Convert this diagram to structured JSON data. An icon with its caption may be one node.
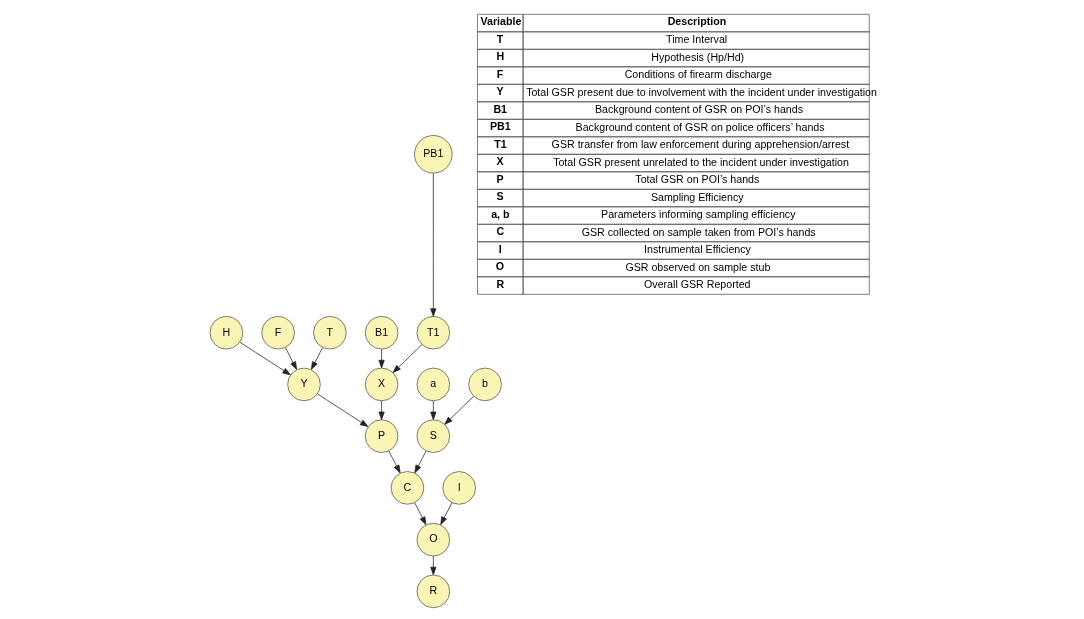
{
  "diagram": {
    "nodes": [
      {
        "text": [
          "H"
        ]
      },
      {
        "text": [
          "F"
        ]
      },
      {
        "text": [
          "B1"
        ]
      },
      {
        "text": [
          "PB1"
        ]
      },
      {
        "text": [
          "T"
        ]
      },
      {
        "text": [
          "Y"
        ]
      },
      {
        "text": [
          "T1"
        ]
      },
      {
        "text": [
          "X"
        ]
      },
      {
        "text": [
          "P"
        ]
      },
      {
        "text": [
          "a"
        ]
      },
      {
        "text": [
          "S"
        ]
      },
      {
        "text": [
          "b"
        ]
      },
      {
        "text": [
          "C"
        ]
      },
      {
        "text": [
          "I"
        ]
      },
      {
        "text": [
          "O"
        ]
      },
      {
        "text": [
          "R"
        ]
      }
    ],
    "edges": [
      {
        "from": 0,
        "to": 5,
        "arrow": "to"
      },
      {
        "from": 1,
        "to": 5,
        "arrow": "to"
      },
      {
        "from": 4,
        "to": 5,
        "arrow": "to"
      },
      {
        "from": 2,
        "to": 7,
        "arrow": "to"
      },
      {
        "from": 3,
        "to": 6,
        "arrow": "to"
      },
      {
        "from": 6,
        "to": 7,
        "arrow": "to"
      },
      {
        "from": 5,
        "to": 8,
        "arrow": "to"
      },
      {
        "from": 7,
        "to": 8,
        "arrow": "to"
      },
      {
        "from": 9,
        "to": 10,
        "arrow": "to"
      },
      {
        "from": 11,
        "to": 10,
        "arrow": "to"
      },
      {
        "from": 8,
        "to": 12,
        "arrow": "to"
      },
      {
        "from": 10,
        "to": 12,
        "arrow": "to"
      },
      {
        "from": 12,
        "to": 14,
        "arrow": "to"
      },
      {
        "from": 13,
        "to": 14,
        "arrow": "to"
      },
      {
        "from": 14,
        "to": 15,
        "arrow": "to"
      }
    ],
    "labels": [
      "Variable",
      "Description",
      "T",
      "Time Interval",
      "H",
      "Hypothesis (Hp/Hd)",
      "F",
      "Conditions of firearm discharge",
      "Y",
      "Total GSR present due to involvement with the incident under investigation",
      "B1",
      "Background content of GSR on POI’s hands",
      "PB1",
      "Background content of GSR on police officers’ hands",
      "T1",
      "GSR transfer from law enforcement during apprehension/arrest",
      "X",
      "Total GSR present unrelated to the incident under investigation",
      "P",
      "Total GSR on POI’s hands",
      "S",
      "Sampling Efficiency",
      "a, b",
      "Parameters informing sampling efficiency",
      "C",
      "GSR collected on sample taken from POI’s hands",
      "I",
      "Instrumental Efficiency",
      "O",
      "GSR observed on sample stub",
      "R",
      "Overall GSR Reported"
    ]
  }
}
